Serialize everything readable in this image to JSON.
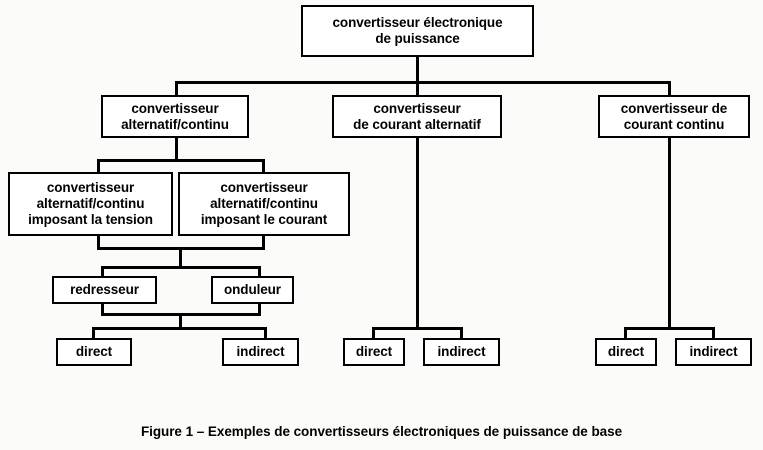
{
  "figure": {
    "caption": "Figure 1 – Exemples de convertisseurs électroniques de puissance de base",
    "background_color": "#fbfbf9",
    "line_color": "#000000",
    "box_fill_color": "#ffffff"
  },
  "nodes": {
    "root": "convertisseur électronique\nde puissance",
    "ac_dc": "convertisseur\nalternatif/continu",
    "ac": "convertisseur\nde courant alternatif",
    "dc": "convertisseur de\ncourant continu",
    "ac_dc_voltage": "convertisseur\nalternatif/continu\nimposant la tension",
    "ac_dc_current": "convertisseur\nalternatif/continu\nimposant le courant",
    "rectifier": "redresseur",
    "inverter": "onduleur",
    "left_direct": "direct",
    "left_indirect": "indirect",
    "mid_direct": "direct",
    "mid_indirect": "indirect",
    "right_direct": "direct",
    "right_indirect": "indirect"
  },
  "tree_structure": {
    "type": "hierarchy",
    "levels": 5,
    "root": "convertisseur électronique de puissance",
    "children": [
      {
        "label": "convertisseur alternatif/continu",
        "children": [
          {
            "label": "convertisseur alternatif/continu imposant la tension",
            "children": [
              "redresseur",
              "onduleur"
            ]
          },
          {
            "label": "convertisseur alternatif/continu imposant le courant",
            "children": [
              "redresseur",
              "onduleur"
            ]
          }
        ],
        "leaves": [
          "direct",
          "indirect"
        ]
      },
      {
        "label": "convertisseur de courant alternatif",
        "children": [
          "direct",
          "indirect"
        ]
      },
      {
        "label": "convertisseur de courant continu",
        "children": [
          "direct",
          "indirect"
        ]
      }
    ]
  }
}
